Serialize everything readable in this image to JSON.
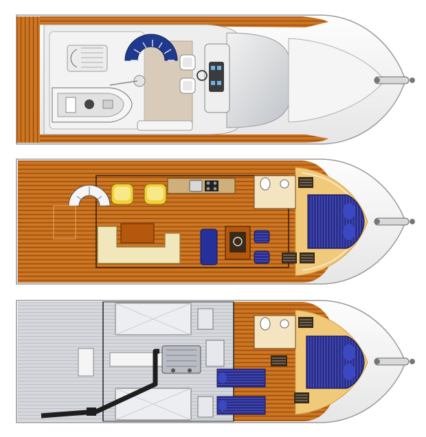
{
  "drawing": {
    "views": [
      {
        "id": "flybridge",
        "label": ""
      },
      {
        "id": "main-deck",
        "label": ""
      },
      {
        "id": "lower-deck",
        "label": ""
      }
    ]
  },
  "colors": {
    "teak": "#c8701e",
    "teak_dark": "#8a4208",
    "teak_light": "#e49a45",
    "hull_white": "#f7f7f7",
    "hull_outline": "#9a9a9a",
    "deck_beige": "#d8cbb9",
    "cushion_cream": "#f2e7bb",
    "berth_blue": "#2b2f8a",
    "engine_grey": "#b9bcc4",
    "engine_floor": "#d9dbe0",
    "pipe_black": "#1e1e1e",
    "glass_grey": "#d6d6d6"
  },
  "icons": [
    "anchor-icon",
    "spiral-staircase-icon",
    "helm-seat-icon",
    "steering-wheel-icon",
    "tender-icon",
    "engine-icon",
    "sink-icon",
    "toilet-icon",
    "stove-icon"
  ]
}
